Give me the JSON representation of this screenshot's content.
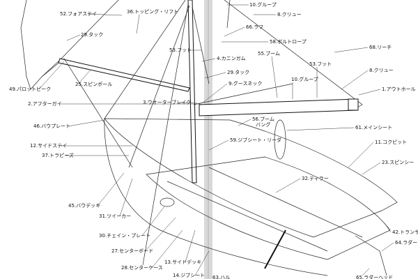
{
  "labels": [
    {
      "id": "l52",
      "text": "52.フォアステイ"
    },
    {
      "id": "l36",
      "text": "36.トッピング・リフト"
    },
    {
      "id": "l10a",
      "text": "10.グループ"
    },
    {
      "id": "l8a",
      "text": "8.クリュー"
    },
    {
      "id": "l29a",
      "text": "29.タック"
    },
    {
      "id": "l66",
      "text": "66.ラフ"
    },
    {
      "id": "l53a",
      "text": "53.フット"
    },
    {
      "id": "l58",
      "text": "58.ボルトロープ"
    },
    {
      "id": "l68",
      "text": "68.リーチ"
    },
    {
      "id": "l4",
      "text": "4.カニンガム"
    },
    {
      "id": "l55",
      "text": "55.ブーム"
    },
    {
      "id": "l53b",
      "text": "53.フット"
    },
    {
      "id": "l29b",
      "text": "29.タック"
    },
    {
      "id": "l8b",
      "text": "8.クリュー"
    },
    {
      "id": "l49",
      "text": "49.パロットビーク"
    },
    {
      "id": "l25",
      "text": "25.スピンポール"
    },
    {
      "id": "l9",
      "text": "9.グースネック"
    },
    {
      "id": "l10b",
      "text": "10.グループ"
    },
    {
      "id": "l1",
      "text": "1.アウトホール"
    },
    {
      "id": "l2",
      "text": "2.アフターガイ"
    },
    {
      "id": "l3",
      "text": "3.ウオーターブレイク"
    },
    {
      "id": "l56",
      "text": "56.ブーム"
    },
    {
      "id": "l56b",
      "text": "バング"
    },
    {
      "id": "l61",
      "text": "61.メインシート"
    },
    {
      "id": "l46",
      "text": "46.バウプレート"
    },
    {
      "id": "l12",
      "text": "12.サイドステイ"
    },
    {
      "id": "l59",
      "text": "59.ジブシート・リーダ"
    },
    {
      "id": "l11",
      "text": "11.コクピット"
    },
    {
      "id": "l37",
      "text": "37.トラピーズ"
    },
    {
      "id": "l23",
      "text": "23.スピンシー"
    },
    {
      "id": "l32",
      "text": "32.ティラー"
    },
    {
      "id": "l45",
      "text": "45.バウデッキ"
    },
    {
      "id": "l31",
      "text": "31.ツイーカー"
    },
    {
      "id": "l30",
      "text": "30.チェイン・プレート"
    },
    {
      "id": "l42",
      "text": "42.トランサ"
    },
    {
      "id": "l64",
      "text": "64.ラダー"
    },
    {
      "id": "l27",
      "text": "27.センターボード"
    },
    {
      "id": "l28",
      "text": "28.センターケース"
    },
    {
      "id": "l13",
      "text": "13.サイドデッキ"
    },
    {
      "id": "l14",
      "text": "14.ジブシート"
    },
    {
      "id": "l63",
      "text": "63.ハル"
    },
    {
      "id": "l65",
      "text": "65.ラダーヘッド"
    }
  ]
}
